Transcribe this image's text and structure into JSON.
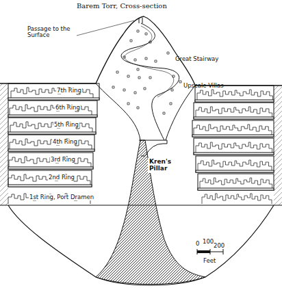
{
  "diagram": {
    "title": "Barem Torr, Cross-section",
    "labels": [
      "Passage to the Surface",
      "Great Stairway",
      "Upscale Villas",
      "7th Ring",
      "6th Ring",
      "5th Ring",
      "4th Ring",
      "3rd Ring",
      "2nd Ring",
      "1st Ring, Port Dramen",
      "Kren's Pillar",
      "0",
      "100",
      "200",
      "Feet"
    ]
  }
}
